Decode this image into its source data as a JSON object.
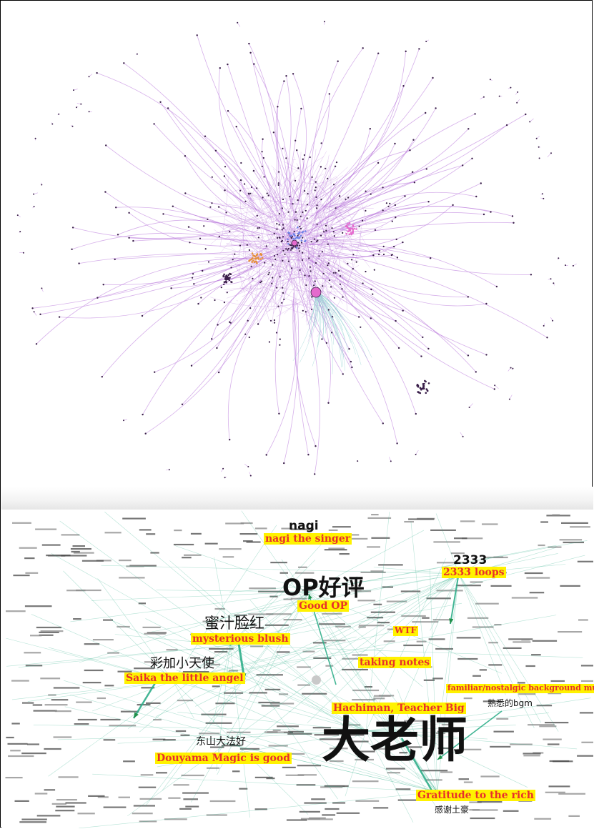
{
  "colors": {
    "edge_top": "#b56fd8",
    "node_top": "#3a1f4a",
    "hub_pink": "#e56acd",
    "cluster_blue": "#6f83e8",
    "cluster_orange": "#e6903a",
    "edge_bottom": "#2fae8a",
    "label_bg": "#fff200",
    "label_fg": "#e8302b"
  },
  "keywords": [
    {
      "zh": "nagi",
      "en": "nagi the singer"
    },
    {
      "zh": "2333",
      "en": "2333 loops"
    },
    {
      "zh": "OP好评",
      "en": "Good OP"
    },
    {
      "zh": "",
      "en": "WTF"
    },
    {
      "zh": "蜜汁脸红",
      "en": "mysterious blush"
    },
    {
      "zh": "",
      "en": "taking notes"
    },
    {
      "zh": "彩加小天使",
      "en": "Saika the little angel"
    },
    {
      "zh": "熟悉的bgm",
      "en": "familiar/nostalgic background music"
    },
    {
      "zh": "大老师",
      "en": "Hachiman, Teacher Big"
    },
    {
      "zh": "东山大法好",
      "en": "Douyama Magic is good"
    },
    {
      "zh": "感谢土豪",
      "en": "Gratitude to the rich"
    }
  ]
}
